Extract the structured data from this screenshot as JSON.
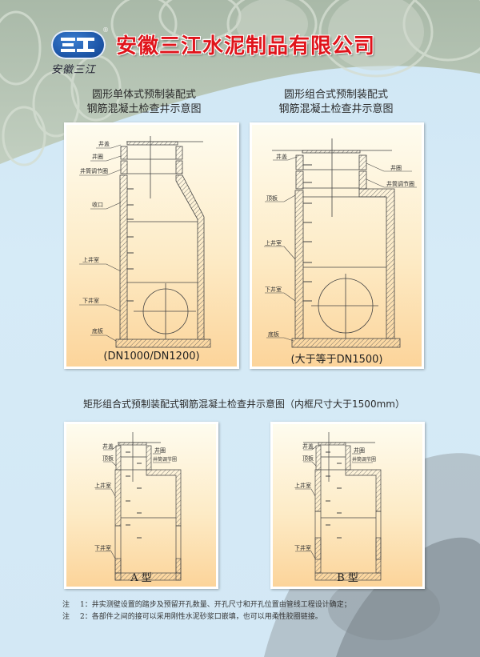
{
  "header": {
    "logo_mark": "三江",
    "logo_registered": "®",
    "logo_caption": "安徽三江",
    "company_name": "安徽三江水泥制品有限公司",
    "brand_color": "#e0141b",
    "logo_color": "#1d56a8"
  },
  "diagrams": {
    "circular_single": {
      "title_line1": "圆形单体式预制装配式",
      "title_line2": "钢筋混凝土检查井示意图",
      "caption": "(DN1000/DN1200)",
      "labels": [
        "井盖",
        "井圈",
        "井筒调节圈",
        "收口",
        "上井室",
        "下井室",
        "底板"
      ]
    },
    "circular_combined": {
      "title_line1": "圆形组合式预制装配式",
      "title_line2": "钢筋混凝土检查井示意图",
      "caption": "(大于等于DN1500)",
      "labels": [
        "井盖",
        "井圈",
        "井筒调节圈",
        "顶板",
        "上井室",
        "下井室",
        "底板"
      ]
    },
    "rectangular_title": "矩形组合式预制装配式钢筋混凝土检查井示意图（内框尺寸大于1500mm）",
    "type_a": {
      "caption": "A 型",
      "labels": [
        "井盖",
        "井圈",
        "顶板",
        "井筒调节圈",
        "上井室",
        "下井室"
      ]
    },
    "type_b": {
      "caption": "B 型",
      "labels": [
        "井盖",
        "井圈",
        "顶板",
        "井筒调节圈",
        "上井室",
        "下井室"
      ]
    }
  },
  "notes": [
    {
      "prefix": "注",
      "text": "1：井实测壁设置的踏步及预留开孔数量、开孔尺寸和开孔位置由管线工程设计确定；"
    },
    {
      "prefix": "注",
      "text": "2：各部件之间的接可以采用刚性水泥砂浆口嵌填，也可以用柔性胶圈链接。"
    }
  ]
}
